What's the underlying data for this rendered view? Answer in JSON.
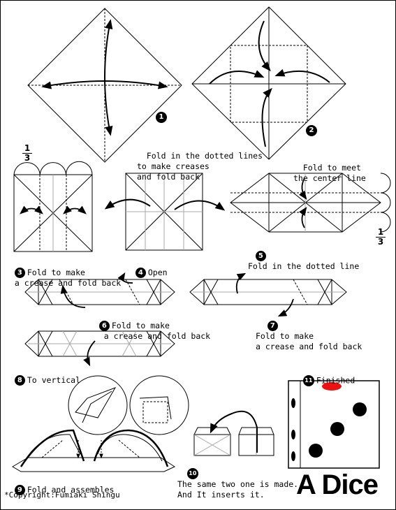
{
  "title": "A Dice",
  "copyright": "*Copyright:Fumiaki Shingu",
  "fraction": {
    "numerator": "1",
    "denominator": "3"
  },
  "steps": [
    {
      "num": "1",
      "lines": [
        "Fold in the dotted lines",
        "to make creases",
        "and fold back"
      ]
    },
    {
      "num": "2",
      "lines": [
        "Fold to meet",
        "the center line"
      ]
    },
    {
      "num": "3",
      "lines": [
        "Fold to make",
        "a crease and fold back"
      ]
    },
    {
      "num": "4",
      "lines": [
        "Open"
      ]
    },
    {
      "num": "5",
      "lines": [
        "Fold in the dotted line"
      ]
    },
    {
      "num": "6",
      "lines": [
        "Fold to make",
        "a crease and fold back"
      ]
    },
    {
      "num": "7",
      "lines": [
        "Fold to make",
        "a crease and fold back"
      ]
    },
    {
      "num": "8",
      "lines": [
        "To vertical"
      ]
    },
    {
      "num": "9",
      "lines": [
        "Fold and assembles"
      ]
    },
    {
      "num": "10",
      "lines": [
        "The same two one is made.",
        "And It inserts it."
      ]
    },
    {
      "num": "11",
      "lines": [
        "Finished"
      ]
    }
  ],
  "colors": {
    "line": "#000000",
    "accent": "#ee1111",
    "pip": "#000000"
  }
}
